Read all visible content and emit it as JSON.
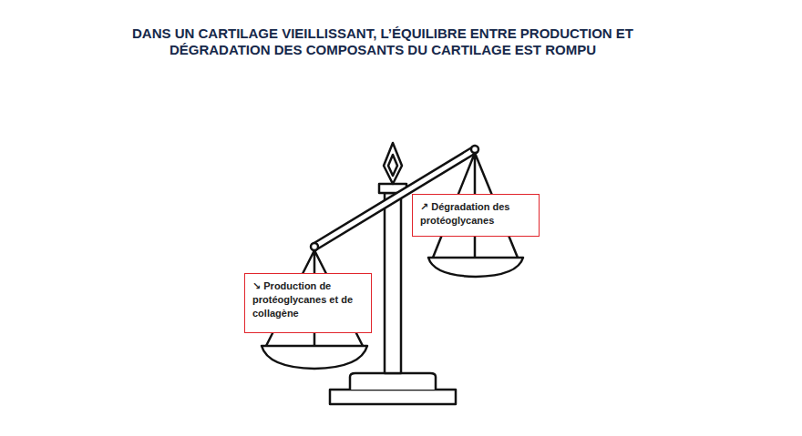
{
  "diagram": {
    "title": "DANS UN CARTILAGE VIEILLISSANT, L’ÉQUILIBRE ENTRE PRODUCTION ET DÉGRADATION DES COMPOSANTS DU CARTILAGE EST ROMPU",
    "nodes": [
      {
        "text": [
          "↘ Production de protéoglycanes et de collagène"
        ]
      },
      {
        "text": [
          "↗ Dégradation des protéoglycanes"
        ]
      }
    ]
  }
}
